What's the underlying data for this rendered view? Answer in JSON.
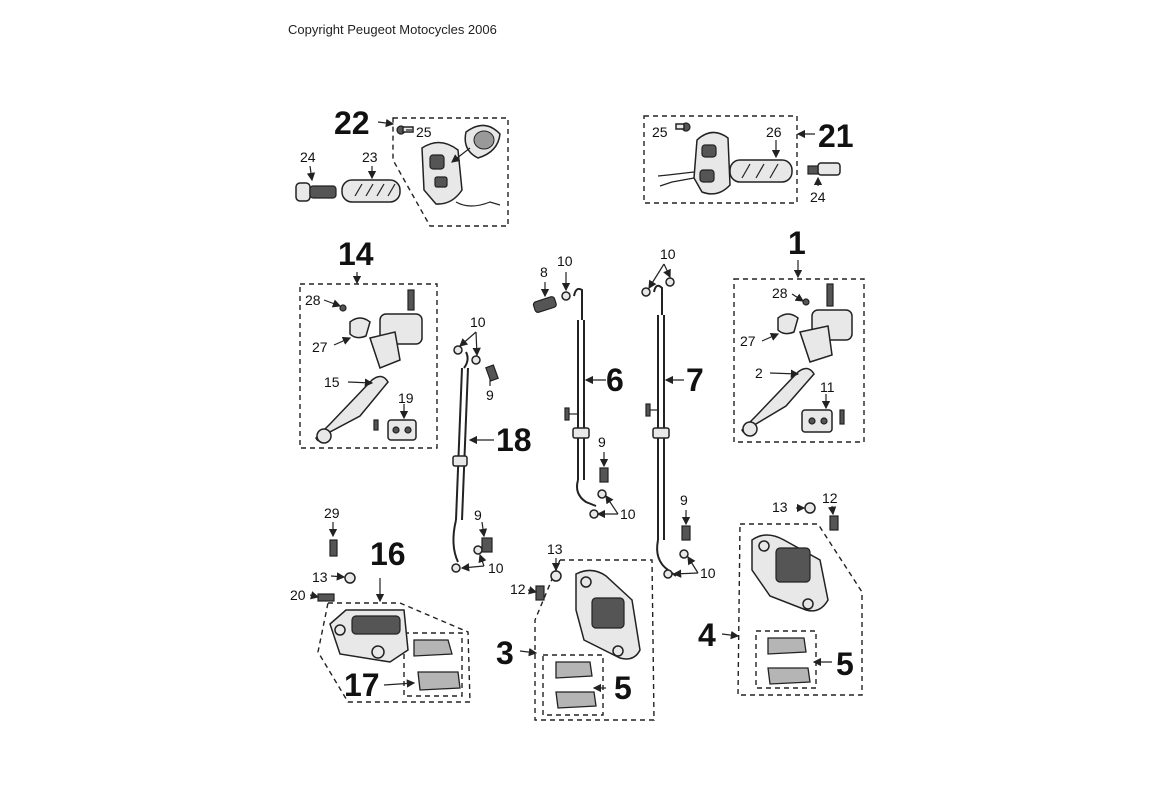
{
  "copyright": "Copyright Peugeot Motocycles 2006",
  "callouts": {
    "c1": "1",
    "c2": "2",
    "c3": "3",
    "c4": "4",
    "c5a": "5",
    "c5b": "5",
    "c6": "6",
    "c7": "7",
    "c8": "8",
    "c9a": "9",
    "c9b": "9",
    "c9c": "9",
    "c9d": "9",
    "c10a": "10",
    "c10b": "10",
    "c10c": "10",
    "c10d": "10",
    "c10e": "10",
    "c10f": "10",
    "c11": "11",
    "c12a": "12",
    "c12b": "12",
    "c13a": "13",
    "c13b": "13",
    "c13c": "13",
    "c14": "14",
    "c15": "15",
    "c16": "16",
    "c17": "17",
    "c18": "18",
    "c19": "19",
    "c20": "20",
    "c21": "21",
    "c22": "22",
    "c23": "23",
    "c24a": "24",
    "c24b": "24",
    "c25a": "25",
    "c25b": "25",
    "c26": "26",
    "c27a": "27",
    "c27b": "27",
    "c28a": "28",
    "c28b": "28",
    "c29": "29"
  }
}
